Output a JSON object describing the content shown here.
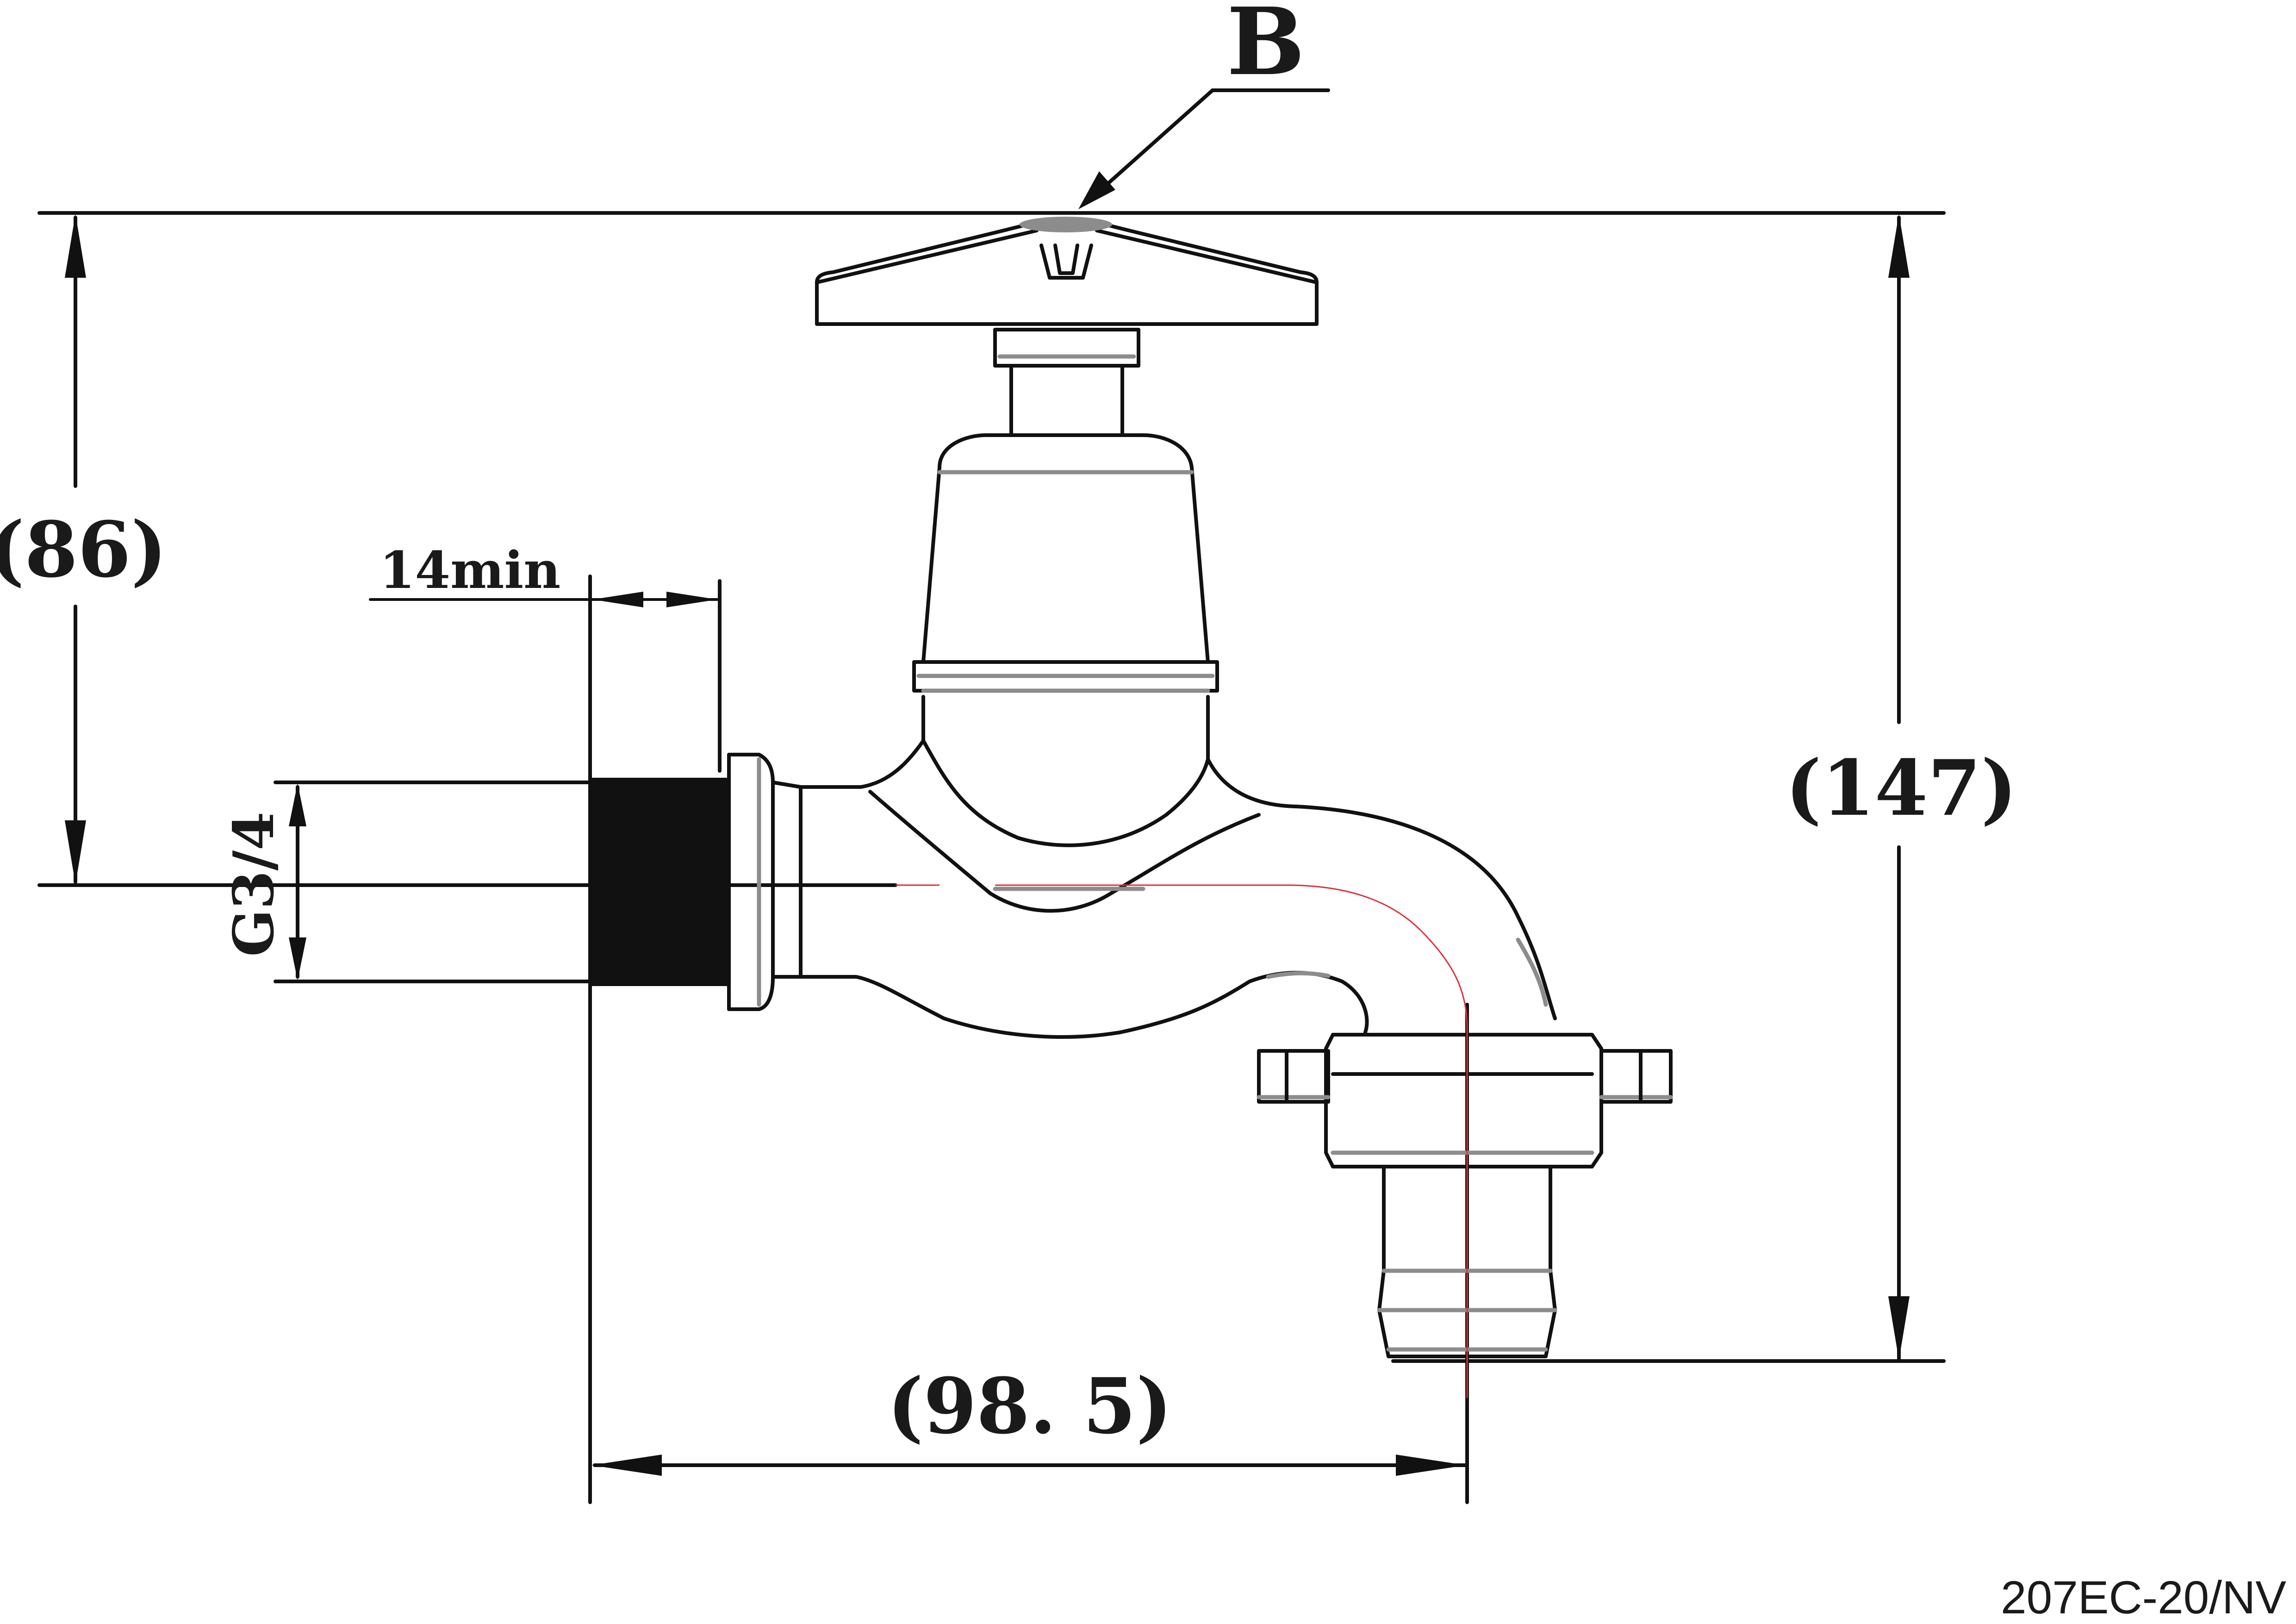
{
  "document": {
    "part_code": "207EC-20/NV"
  },
  "labels": {
    "callout": "B",
    "thread_size": "G3/4",
    "thread_length": "14min"
  },
  "dimensions": {
    "height_to_center": "(86)",
    "total_height": "(147)",
    "projection": "(98. 5)"
  },
  "colors": {
    "line": "#111111",
    "hidden_detail": "#8c8c8c",
    "centerline": "#e0303a"
  }
}
